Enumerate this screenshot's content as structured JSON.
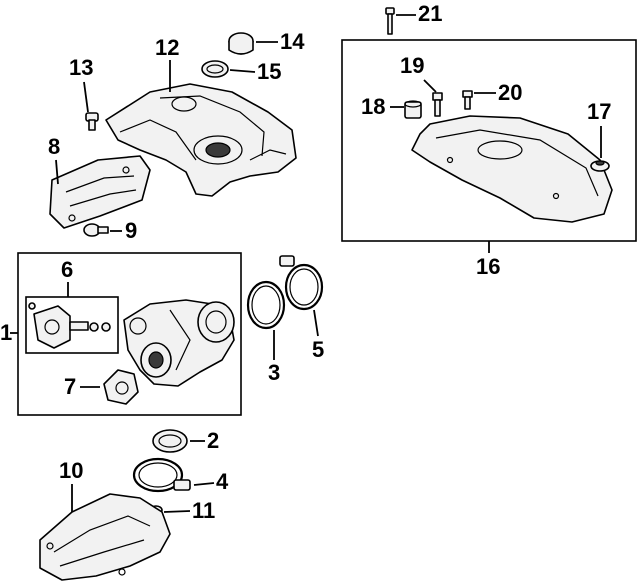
{
  "diagram": {
    "callouts": {
      "c1": "1",
      "c2": "2",
      "c3": "3",
      "c4": "4",
      "c5": "5",
      "c6": "6",
      "c7": "7",
      "c8": "8",
      "c9": "9",
      "c10": "10",
      "c11": "11",
      "c12": "12",
      "c13": "13",
      "c14": "14",
      "c15": "15",
      "c16": "16",
      "c17": "17",
      "c18": "18",
      "c19": "19",
      "c20": "20",
      "c21": "21"
    },
    "colors": {
      "line": "#000000",
      "part_fill": "#f2f2f2",
      "background": "#ffffff"
    }
  }
}
